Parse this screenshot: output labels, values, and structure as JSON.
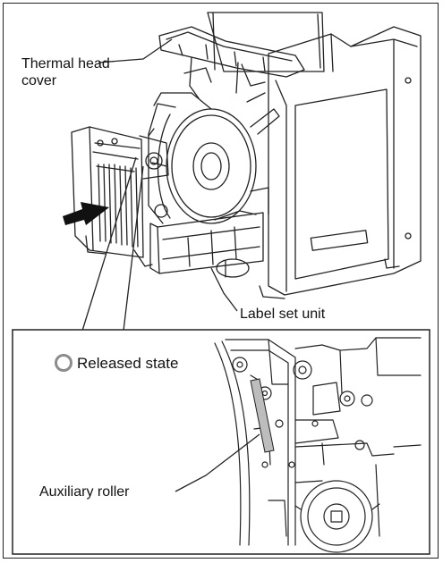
{
  "labels": {
    "thermal_head_cover_line1": "Thermal head",
    "thermal_head_cover_line2": "cover",
    "label_set_unit": "Label set unit",
    "released_state": "Released state",
    "auxiliary_roller": "Auxiliary roller"
  },
  "colors": {
    "line": "#222222",
    "state_ring": "#8c8c8c",
    "roller_highlight": "#bdbdbd",
    "arrow": "#111111"
  },
  "icons": {
    "state_indicator": "circle-ring-icon",
    "push_arrow": "arrow-right-icon"
  }
}
